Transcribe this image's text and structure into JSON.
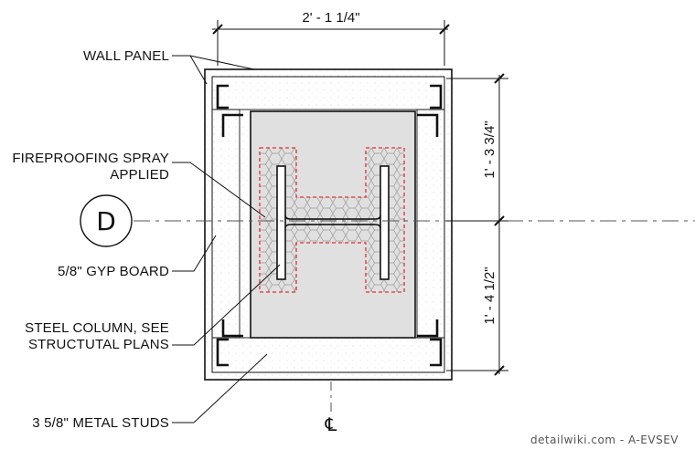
{
  "dimensions": {
    "top_width": "2' - 1 1/4\"",
    "right_upper": "1' - 3 3/4\"",
    "right_lower": "1' - 4 1/2\""
  },
  "callouts": {
    "wall_panel": "WALL PANEL",
    "fireproofing_line1": "FIREPROOFING SPRAY",
    "fireproofing_line2": "APPLIED",
    "gyp_board": "5/8\" GYP BOARD",
    "steel_column_line1": "STEEL COLUMN, SEE",
    "steel_column_line2": "STRUCTUTAL PLANS",
    "metal_studs": "3 5/8\" METAL STUDS"
  },
  "grid": {
    "tag": "D"
  },
  "centerline_symbol": "℄",
  "credit": "detailwiki.com - A-EVSEV",
  "colors": {
    "linework": "#111111",
    "fireproofing_outline": "#e0302b",
    "column_fill": "#d9d9d9"
  }
}
